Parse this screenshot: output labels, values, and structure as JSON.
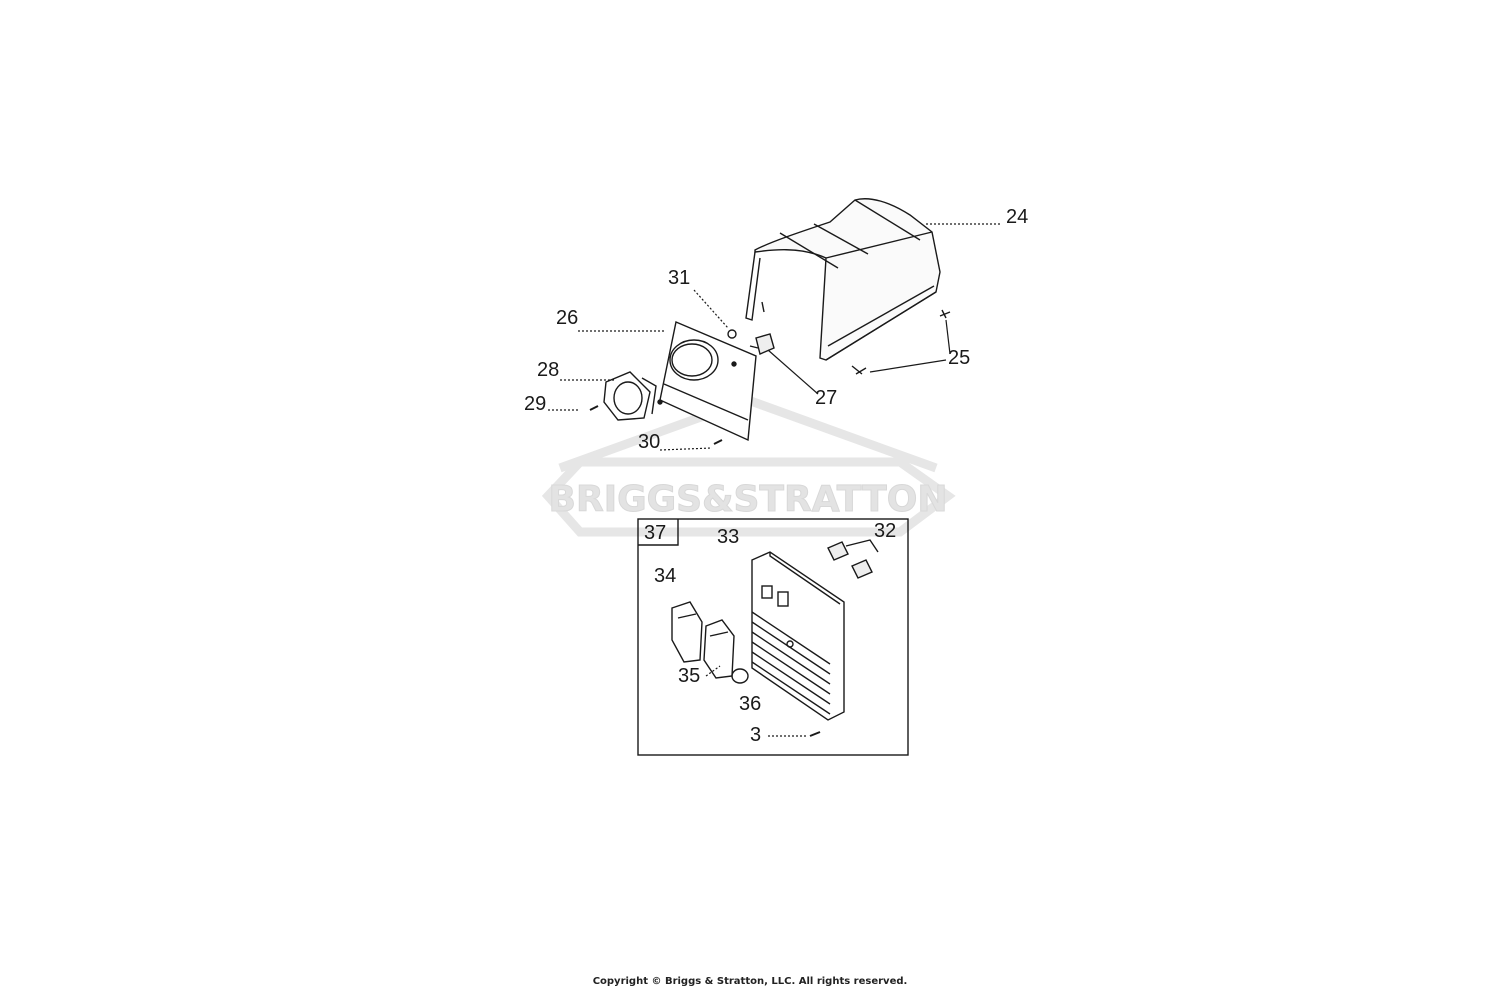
{
  "watermark": {
    "text": "BRIGGS&STRATTON",
    "color": "#e6e6e6"
  },
  "callouts": {
    "c24": "24",
    "c25": "25",
    "c26": "26",
    "c27": "27",
    "c28": "28",
    "c29": "29",
    "c30": "30",
    "c31": "31",
    "c32": "32",
    "c33": "33",
    "c34": "34",
    "c35": "35",
    "c36": "36",
    "c3": "3"
  },
  "kit_box": {
    "label": "37"
  },
  "footer": {
    "copyright": "Copyright © Briggs & Stratton, LLC. All rights reserved."
  },
  "colors": {
    "line": "#1a1a1a",
    "fill": "#ffffff"
  }
}
